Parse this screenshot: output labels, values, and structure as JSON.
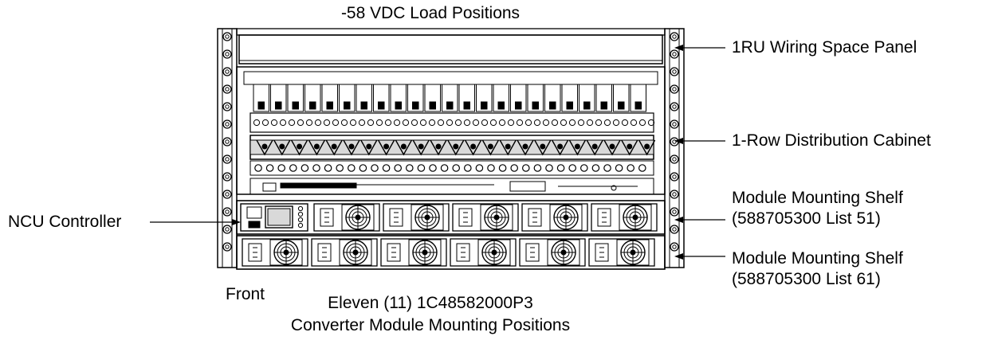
{
  "labels": {
    "top_load": "-58 VDC Load Positions",
    "wiring_panel": "1RU Wiring Space Panel",
    "distribution_cabinet": "1-Row Distribution Cabinet",
    "shelf_upper_line1": "Module Mounting Shelf",
    "shelf_upper_line2": "(588705300 List 51)",
    "shelf_lower_line1": "Module Mounting Shelf",
    "shelf_lower_line2": "(588705300 List 61)",
    "ncu": "NCU Controller",
    "front": "Front",
    "bottom_line1": "Eleven (11) 1C48582000P3",
    "bottom_line2": "Converter Module Mounting Positions"
  },
  "colors": {
    "line": "#000000",
    "background": "#ffffff",
    "shade": "#d9d9d9"
  }
}
